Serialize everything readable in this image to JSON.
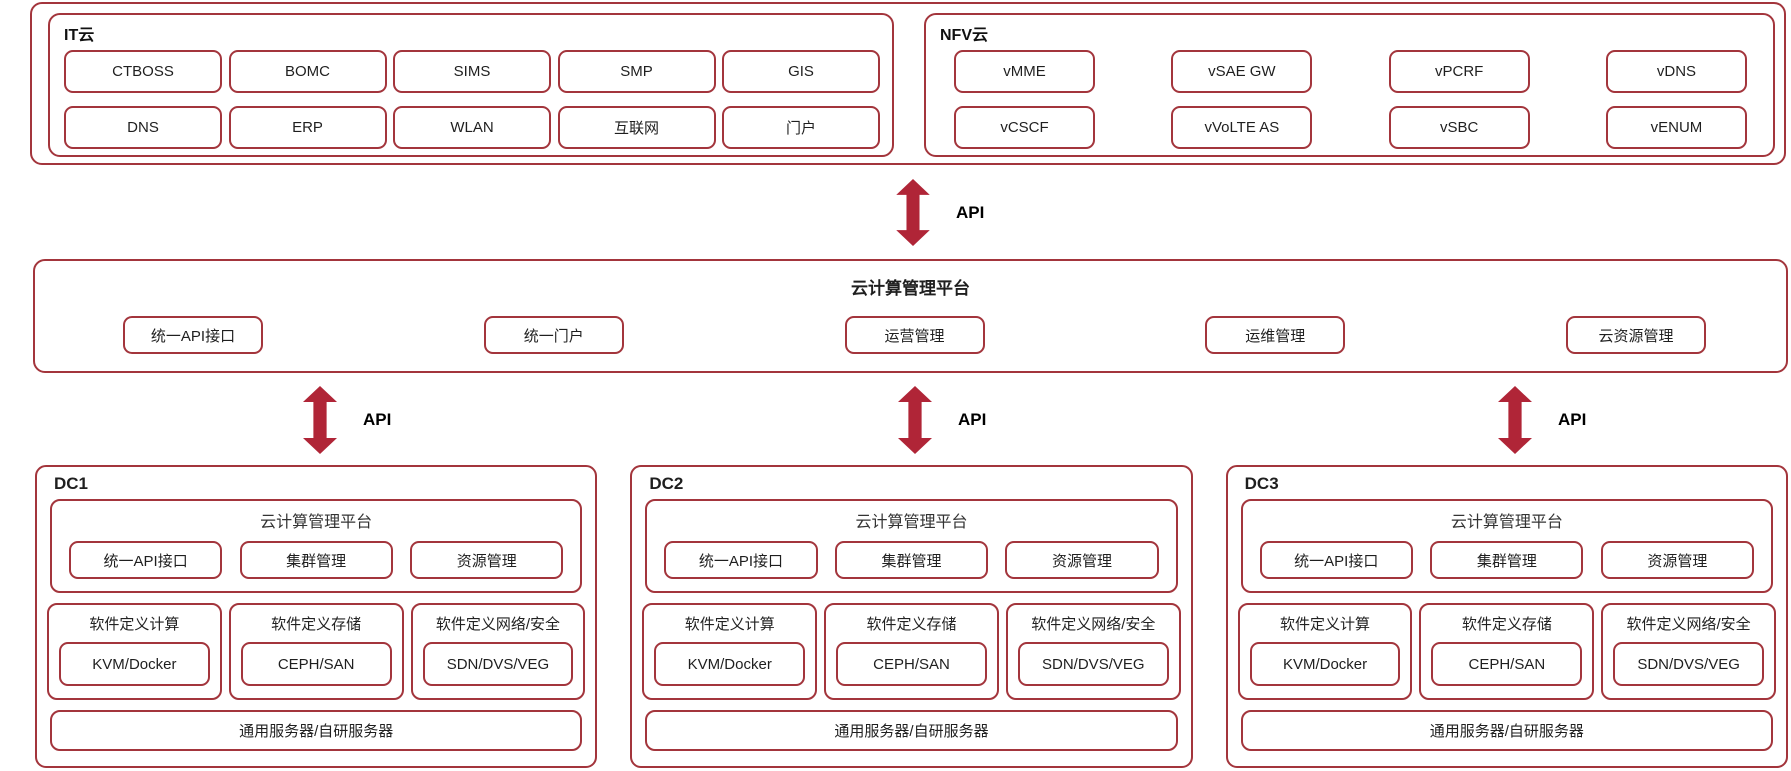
{
  "colors": {
    "border": "#A3353C",
    "arrow": "#B02537",
    "text": "#1f1f1f"
  },
  "api_label": "API",
  "top": {
    "it_cloud": {
      "title": "IT云",
      "row1": [
        "CTBOSS",
        "BOMC",
        "SIMS",
        "SMP",
        "GIS"
      ],
      "row2": [
        "DNS",
        "ERP",
        "WLAN",
        "互联网",
        "门户"
      ]
    },
    "nfv_cloud": {
      "title": "NFV云",
      "row1": [
        "vMME",
        "vSAE GW",
        "vPCRF",
        "vDNS"
      ],
      "row2": [
        "vCSCF",
        "vVoLTE AS",
        "vSBC",
        "vENUM"
      ]
    }
  },
  "platform": {
    "title": "云计算管理平台",
    "items": [
      "统一API接口",
      "统一门户",
      "运营管理",
      "运维管理",
      "云资源管理"
    ]
  },
  "datacenters": [
    {
      "name": "DC1",
      "platform": {
        "title": "云计算管理平台",
        "items": [
          "统一API接口",
          "集群管理",
          "资源管理"
        ]
      },
      "software_defined": [
        {
          "title": "软件定义计算",
          "tech": "KVM/Docker"
        },
        {
          "title": "软件定义存储",
          "tech": "CEPH/SAN"
        },
        {
          "title": "软件定义网络/安全",
          "tech": "SDN/DVS/VEG"
        }
      ],
      "servers": "通用服务器/自研服务器"
    },
    {
      "name": "DC2",
      "platform": {
        "title": "云计算管理平台",
        "items": [
          "统一API接口",
          "集群管理",
          "资源管理"
        ]
      },
      "software_defined": [
        {
          "title": "软件定义计算",
          "tech": "KVM/Docker"
        },
        {
          "title": "软件定义存储",
          "tech": "CEPH/SAN"
        },
        {
          "title": "软件定义网络/安全",
          "tech": "SDN/DVS/VEG"
        }
      ],
      "servers": "通用服务器/自研服务器"
    },
    {
      "name": "DC3",
      "platform": {
        "title": "云计算管理平台",
        "items": [
          "统一API接口",
          "集群管理",
          "资源管理"
        ]
      },
      "software_defined": [
        {
          "title": "软件定义计算",
          "tech": "KVM/Docker"
        },
        {
          "title": "软件定义存储",
          "tech": "CEPH/SAN"
        },
        {
          "title": "软件定义网络/安全",
          "tech": "SDN/DVS/VEG"
        }
      ],
      "servers": "通用服务器/自研服务器"
    }
  ]
}
